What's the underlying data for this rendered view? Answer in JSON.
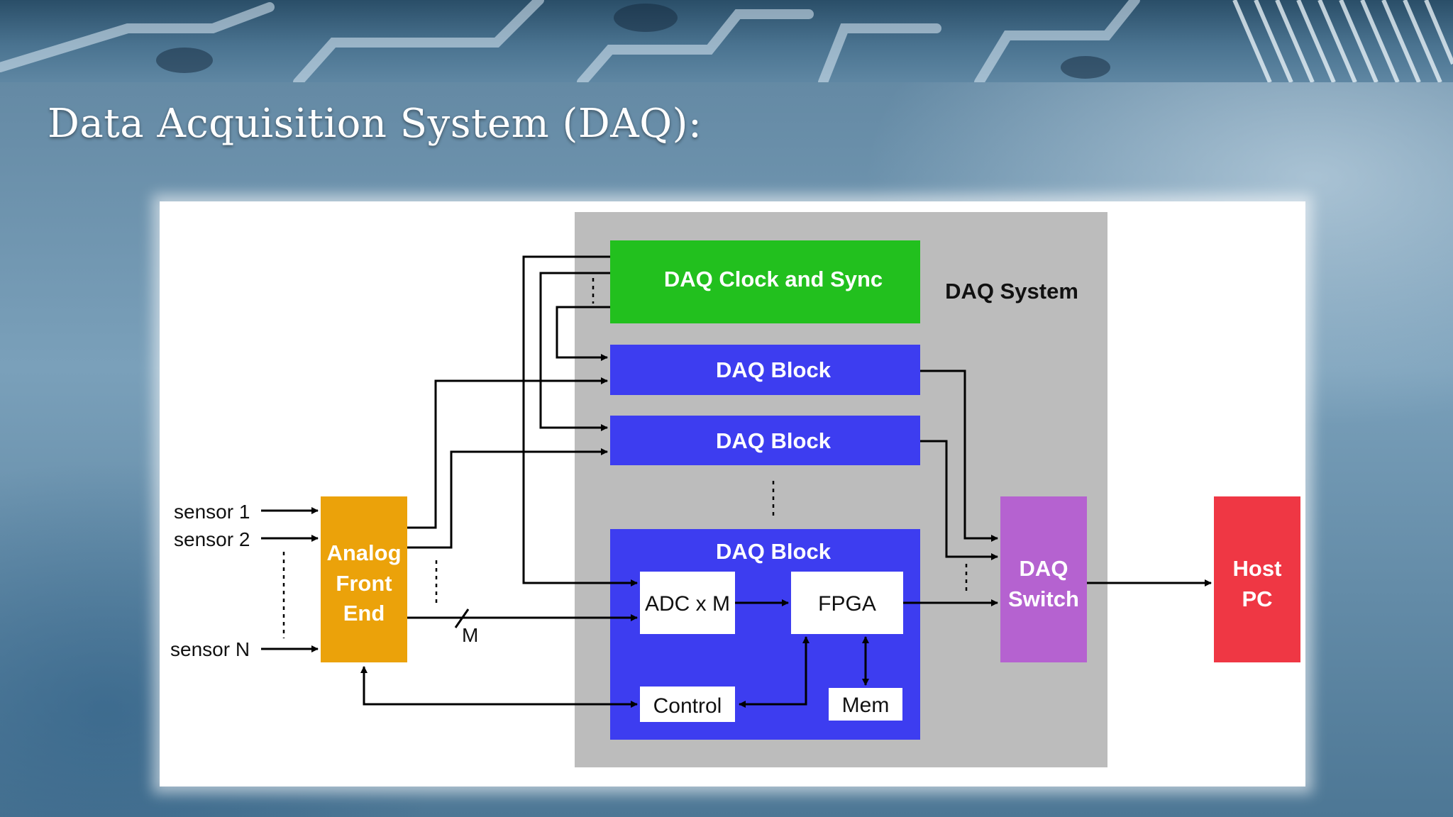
{
  "slide": {
    "title": "Data Acquisition System (DAQ):"
  },
  "colors": {
    "daq_system_bg": "#bcbcbc",
    "clock_green": "#22c01e",
    "daq_block_blue": "#3d3df0",
    "analog_front_end_orange": "#eba20a",
    "daq_switch_purple": "#b562d0",
    "host_pc_red": "#ef3744"
  },
  "diagram": {
    "daq_system_label": "DAQ System",
    "clock_label": "DAQ Clock and Sync",
    "daq_block_1": "DAQ Block",
    "daq_block_2": "DAQ Block",
    "daq_block_n": "DAQ Block",
    "adc_label": "ADC x M",
    "fpga_label": "FPGA",
    "control_label": "Control",
    "mem_label": "Mem",
    "afe": {
      "line1": "Analog",
      "line2": "Front",
      "line3": "End"
    },
    "switch": {
      "line1": "DAQ",
      "line2": "Switch"
    },
    "host": {
      "line1": "Host",
      "line2": "PC"
    },
    "sensors": {
      "s1": "sensor 1",
      "s2": "sensor 2",
      "sn": "sensor N"
    },
    "bus_width_label": "M"
  }
}
